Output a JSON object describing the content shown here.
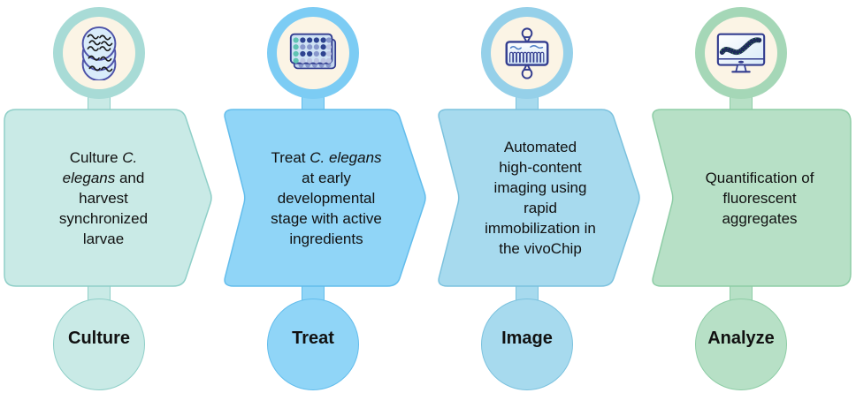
{
  "background": "#ffffff",
  "steps": [
    {
      "id": "culture",
      "label": "Culture",
      "icon": "petri-dishes-icon",
      "shape": "point-right",
      "colors": {
        "fill": "#c9eae6",
        "ring": "#a8dbd6",
        "stroke": "#8fcfc8",
        "inner": "#fbf4e5"
      },
      "description_lines": [
        [
          {
            "t": "Culture ",
            "i": false
          },
          {
            "t": "C.",
            "i": true
          }
        ],
        [
          {
            "t": "elegans",
            "i": true
          },
          {
            "t": " and",
            "i": false
          }
        ],
        [
          {
            "t": "harvest",
            "i": false
          }
        ],
        [
          {
            "t": "synchronized",
            "i": false
          }
        ],
        [
          {
            "t": "larvae",
            "i": false
          }
        ]
      ]
    },
    {
      "id": "treat",
      "label": "Treat",
      "icon": "well-plate-icon",
      "shape": "chevron",
      "colors": {
        "fill": "#90d5f7",
        "ring": "#7cccf4",
        "stroke": "#63bdec",
        "inner": "#fbf4e5"
      },
      "description_lines": [
        [
          {
            "t": "Treat ",
            "i": false
          },
          {
            "t": "C. elegans",
            "i": true
          }
        ],
        [
          {
            "t": "at early",
            "i": false
          }
        ],
        [
          {
            "t": "developmental",
            "i": false
          }
        ],
        [
          {
            "t": "stage with active",
            "i": false
          }
        ],
        [
          {
            "t": "ingredients",
            "i": false
          }
        ]
      ]
    },
    {
      "id": "image",
      "label": "Image",
      "icon": "vivochip-icon",
      "shape": "chevron",
      "colors": {
        "fill": "#a7daee",
        "ring": "#95d0e9",
        "stroke": "#7cc2de",
        "inner": "#fbf4e5"
      },
      "description_lines": [
        [
          {
            "t": "Automated",
            "i": false
          }
        ],
        [
          {
            "t": "high-content",
            "i": false
          }
        ],
        [
          {
            "t": "imaging using",
            "i": false
          }
        ],
        [
          {
            "t": "rapid",
            "i": false
          }
        ],
        [
          {
            "t": "immobilization in",
            "i": false
          }
        ],
        [
          {
            "t": "the vivoChip",
            "i": false
          }
        ]
      ]
    },
    {
      "id": "analyze",
      "label": "Analyze",
      "icon": "monitor-worm-icon",
      "shape": "flat-right",
      "colors": {
        "fill": "#b7e0c6",
        "ring": "#a5d7b7",
        "stroke": "#8ecda6",
        "inner": "#fbf4e5"
      },
      "description_lines": [
        [
          {
            "t": "Quantification of",
            "i": false
          }
        ],
        [
          {
            "t": "fluorescent",
            "i": false
          }
        ],
        [
          {
            "t": "aggregates",
            "i": false
          }
        ]
      ]
    }
  ],
  "icon_palette": {
    "outline": "#333d8f",
    "dish_outline": "#4d52a8",
    "dish_fill": "#d9ecfa",
    "plate_fill": "#cfe2f4",
    "plate_back_fill": "#c3d6ee",
    "plate_teal": "#5fc3b2",
    "dot_navy": "#2e4390",
    "dot_slate": "#8898cc",
    "dot_lavender": "#bcc5e4",
    "chip_worm": "#4a7bc4",
    "chip_fill_top": "#ffffff",
    "chip_fill_bottom": "#cfe3f5",
    "worm_dark": "#1e2a5a",
    "fluorescent_green": "#44b04e",
    "worm_squiggle": "#1a1a1a",
    "text": "#111111"
  }
}
